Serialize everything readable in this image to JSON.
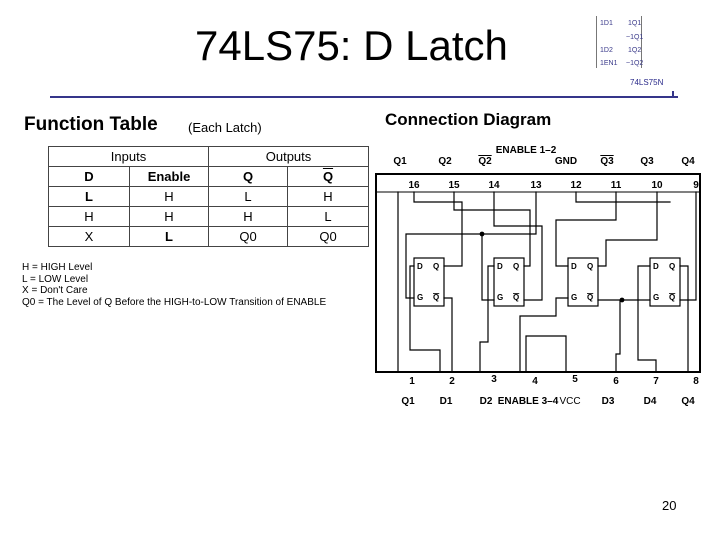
{
  "slide": {
    "title": "74LS75: D Latch",
    "page_number": "20",
    "accent_color": "#35358a"
  },
  "thumbnail": {
    "left_labels": [
      "1D1",
      "1D2",
      "1EN1"
    ],
    "right_labels": [
      "1Q1",
      "~1Q1",
      "1Q2",
      "~1Q2"
    ],
    "part": "74LS75N"
  },
  "function_table": {
    "title": "Function Table",
    "subtitle": "(Each Latch)",
    "group_headers": [
      "Inputs",
      "Outputs"
    ],
    "column_headers": [
      "D",
      "Enable",
      "Q",
      "Q"
    ],
    "rows": [
      [
        "L",
        "H",
        "L",
        "H"
      ],
      [
        "H",
        "H",
        "H",
        "L"
      ],
      [
        "X",
        "L",
        "Q0",
        "Q0"
      ]
    ],
    "legend": [
      "H = HIGH Level",
      "L = LOW Level",
      "X = Don't Care",
      "Q0 = The Level of Q Before the HIGH-to-LOW Transition of ENABLE"
    ]
  },
  "connection_diagram": {
    "title": "Connection Diagram",
    "top_signals": [
      "Q1",
      "Q2",
      "Q2",
      "ENABLE 1–2",
      "GND",
      "Q3",
      "Q3",
      "Q4"
    ],
    "top_pins": [
      "16",
      "15",
      "14",
      "13",
      "12",
      "11",
      "10",
      "9"
    ],
    "bottom_pins": [
      "1",
      "2",
      "3",
      "4",
      "5",
      "6",
      "7",
      "8"
    ],
    "bottom_signals": [
      "Q1",
      "D1",
      "D2",
      "ENABLE 3–4",
      "VCC",
      "D3",
      "D4",
      "Q4"
    ],
    "latch_pins": [
      "D",
      "Q",
      "G",
      "Q"
    ]
  }
}
